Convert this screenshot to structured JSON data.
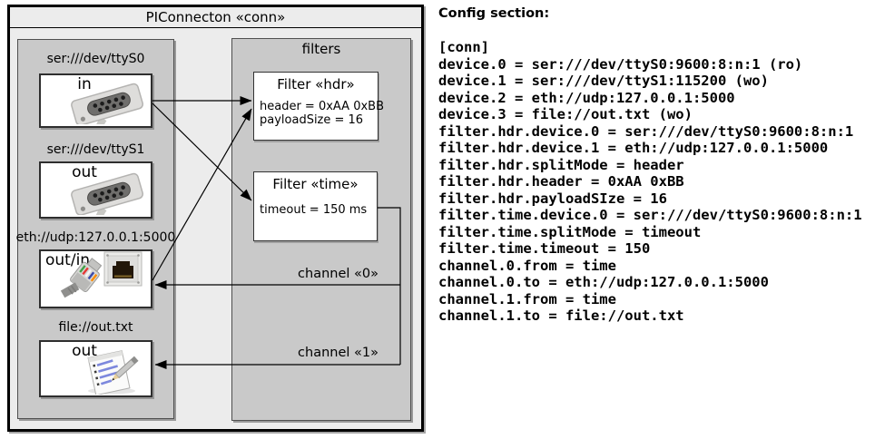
{
  "diagram": {
    "title": "PIConnecton «conn»",
    "devices": [
      {
        "label": "ser:///dev/ttyS0",
        "port": "in",
        "icon": "serial-connector-photo"
      },
      {
        "label": "ser:///dev/ttyS1",
        "port": "out",
        "icon": "serial-connector-photo"
      },
      {
        "label": "eth://udp:127.0.0.1:5000",
        "port": "out/in",
        "icon": "ethernet-connector-photo"
      },
      {
        "label": "file://out.txt",
        "port": "out",
        "icon": "notepad-pencil-photo"
      }
    ],
    "filters_title": "filters",
    "filters": [
      {
        "title": "Filter «hdr»",
        "params": [
          "header = 0xAA 0xBB",
          "payloadSize = 16"
        ]
      },
      {
        "title": "Filter «time»",
        "params": [
          "timeout = 150 ms"
        ]
      }
    ],
    "channels": [
      {
        "label": "channel «0»"
      },
      {
        "label": "channel «1»"
      }
    ]
  },
  "config": {
    "title": "Config section:",
    "lines": [
      "[conn]",
      "device.0 = ser:///dev/ttyS0:9600:8:n:1 (ro)",
      "device.1 = ser:///dev/ttyS1:115200 (wo)",
      "device.2 = eth://udp:127.0.0.1:5000",
      "device.3 = file://out.txt (wo)",
      "filter.hdr.device.0 = ser:///dev/ttyS0:9600:8:n:1",
      "filter.hdr.device.1 = eth://udp:127.0.0.1:5000",
      "filter.hdr.splitMode = header",
      "filter.hdr.header = 0xAA 0xBB",
      "filter.hdr.payloadSIze = 16",
      "filter.time.device.0 = ser:///dev/ttyS0:9600:8:n:1",
      "filter.time.splitMode = timeout",
      "filter.time.timeout = 150",
      "channel.0.from = time",
      "channel.0.to = eth://udp:127.0.0.1:5000",
      "channel.1.from = time",
      "channel.1.to = file://out.txt"
    ]
  },
  "colors": {
    "outer_background": "#ececec",
    "panel_background": "#c9c9c9",
    "box_background": "#ffffff",
    "line": "#000000"
  }
}
